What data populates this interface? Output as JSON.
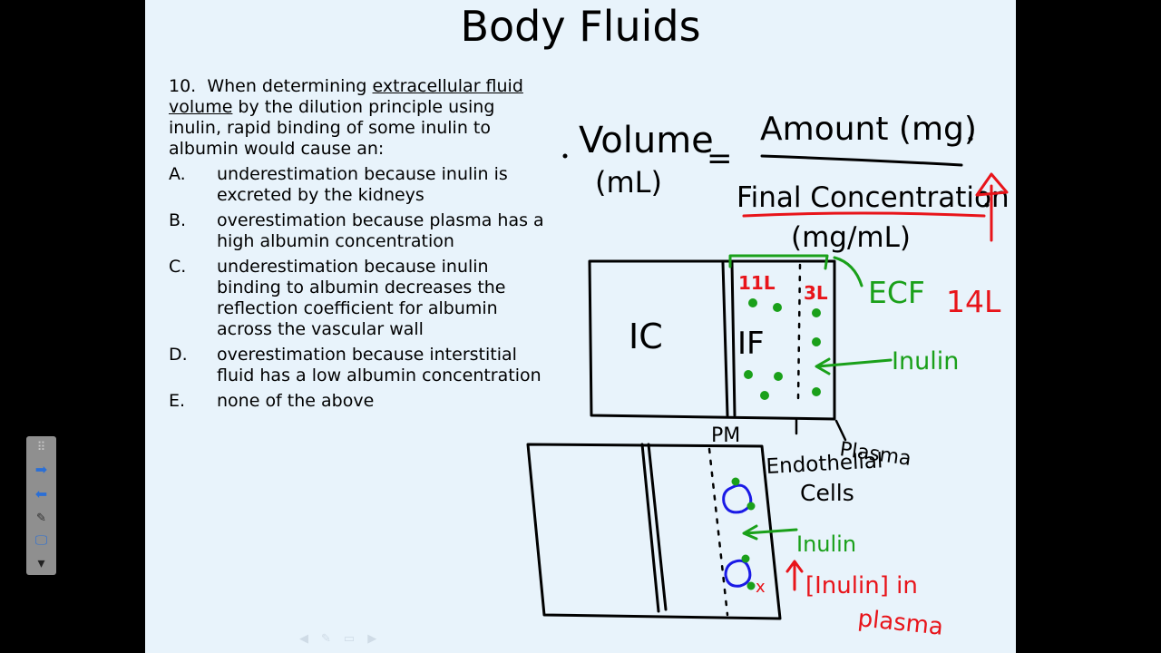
{
  "slide": {
    "title": "Body Fluids",
    "question": {
      "number": "10.",
      "stem_a": "When determining ",
      "stem_u": "extracellular fluid volume",
      "stem_b": " by the dilution principle using inulin, rapid binding of some inulin to albumin would cause an:",
      "options": [
        {
          "letter": "A.",
          "text": "underestimation because inulin is excreted by the kidneys"
        },
        {
          "letter": "B.",
          "text": "overestimation because plasma has a high albumin concentration"
        },
        {
          "letter": "C.",
          "text": "underestimation because inulin binding to albumin decreases the reflection coefficient for albumin across the vascular wall"
        },
        {
          "letter": "D.",
          "text": "overestimation because interstitial fluid has a low albumin concentration"
        },
        {
          "letter": "E.",
          "text": "none of the above"
        }
      ]
    },
    "annotations": {
      "volume": "Volume",
      "volume_unit": "(mL)",
      "equals": "=",
      "amount": "Amount (mg)",
      "final_conc": "Final Concentration",
      "conc_unit": "(mg/mL)",
      "ic": "IC",
      "if_label": "IF",
      "vol_11": "11L",
      "vol_3": "3L",
      "ecf": "ECF",
      "ecf_vol": "14L",
      "inulin": "Inulin",
      "pm": "PM",
      "plasma": "Plasma",
      "endothelial": "Endothelial",
      "cells": "Cells",
      "inulin_2": "Inulin",
      "inulin_conc": "[Inulin] in",
      "in_plasma": "plasma",
      "x_mark": "x"
    },
    "colors": {
      "green": "#1aa01a",
      "red": "#e8141a",
      "blue": "#1a1ae6",
      "slide_bg": "#e8f3fb"
    }
  },
  "toolbar": {
    "icons": [
      "grid-icon",
      "arrow-right-icon",
      "arrow-left-icon",
      "pen-options-icon",
      "screen-icon",
      "dropdown-icon"
    ],
    "glyphs": [
      "⠿",
      "➡",
      "⬅",
      "✎",
      "🖵",
      "▾"
    ]
  },
  "slide_nav": {
    "glyphs": [
      "◀",
      "✎",
      "▭",
      "▶"
    ]
  }
}
